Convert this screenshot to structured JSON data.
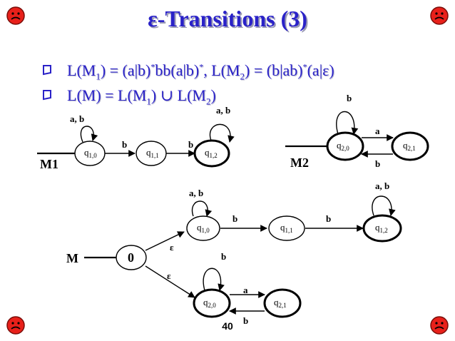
{
  "slide": {
    "title": "ε-Transitions (3)",
    "bullets": [
      {
        "parts": [
          "L(M",
          "1",
          ") = (a|b)",
          "*",
          "bb(a|b)",
          "*",
          ",  L(M",
          "2",
          ") = (b|ab)",
          "*",
          "(a|ε)"
        ]
      },
      {
        "parts": [
          "L(M) = L(M",
          "1",
          ") ∪ L(M",
          "2",
          ")"
        ]
      }
    ],
    "page_number": "40",
    "accent_color": "#2a22c8"
  },
  "m1": {
    "name": "M1",
    "states": [
      {
        "main": "q",
        "sub": "1,0"
      },
      {
        "main": "q",
        "sub": "1,1"
      },
      {
        "main": "q",
        "sub": "1,2"
      }
    ],
    "labels": {
      "loop0": "a, b",
      "t01": "b",
      "t12": "b",
      "loop2": "a, b"
    }
  },
  "m2": {
    "name": "M2",
    "states": [
      {
        "main": "q",
        "sub": "2,0"
      },
      {
        "main": "q",
        "sub": "2,1"
      }
    ],
    "labels": {
      "loop0": "b",
      "t01": "a",
      "t10": "b"
    }
  },
  "m": {
    "name": "M",
    "start_state": "0",
    "states_top": [
      {
        "main": "q",
        "sub": "1,0"
      },
      {
        "main": "q",
        "sub": "1,1"
      },
      {
        "main": "q",
        "sub": "1,2"
      }
    ],
    "states_bottom": [
      {
        "main": "q",
        "sub": "2,0"
      },
      {
        "main": "q",
        "sub": "2,1"
      }
    ],
    "labels": {
      "eps_top": "ε",
      "eps_bottom": "ε",
      "loop_top": "a, b",
      "t01_top": "b",
      "t12_top": "b",
      "loop_top_end": "a, b",
      "loop_bottom": "b",
      "t01_bottom": "a",
      "t10_bottom": "b"
    }
  }
}
